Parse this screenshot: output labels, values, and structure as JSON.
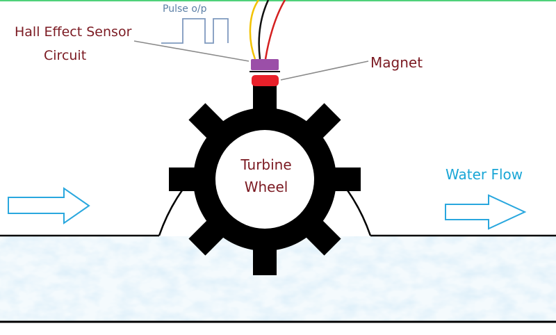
{
  "labels": {
    "pulse": "Pulse o/p",
    "sensor_line1": "Hall Effect Sensor",
    "sensor_line2": "Circuit",
    "magnet": "Magnet",
    "turbine_line1": "Turbine",
    "turbine_line2": "Wheel",
    "flow": "Water Flow"
  },
  "colors": {
    "label_dark_red": "#7b1a22",
    "label_cyan": "#1aa6d6",
    "pulse_label": "#5b7fa6",
    "pulse_wave": "#7f99bf",
    "arrow": "#29a7de",
    "sensor": "#9b4fa8",
    "magnet": "#e8202a",
    "wire_yellow": "#f2c200",
    "wire_red": "#d42020",
    "wheel": "#000000",
    "water": "#cfe6f3",
    "top_edge": "#4fd17a"
  },
  "icons": [
    "pulse-waveform-icon",
    "flow-arrow-icon",
    "turbine-wheel-icon"
  ]
}
